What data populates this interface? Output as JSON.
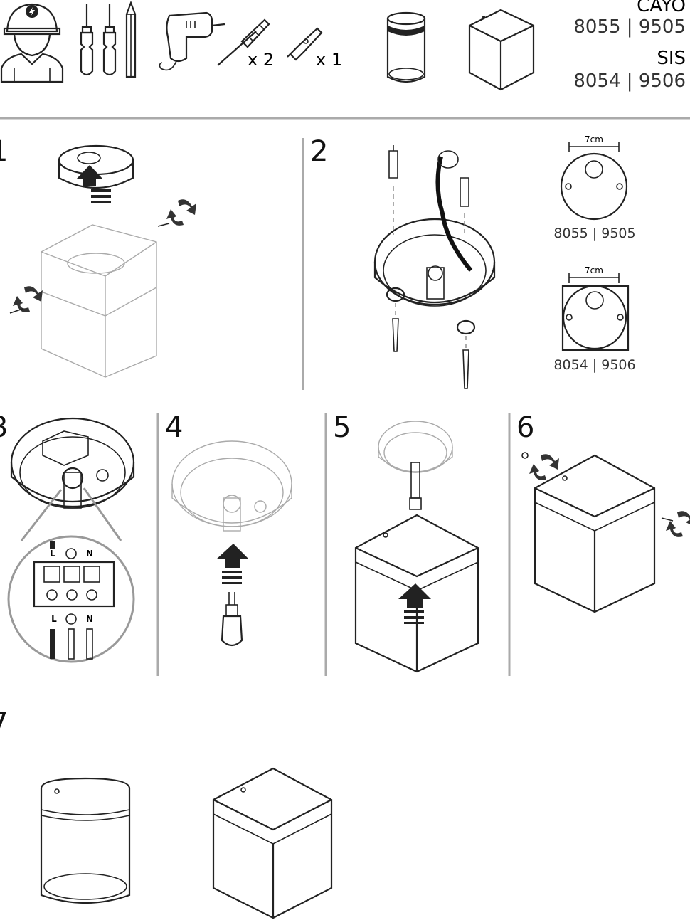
{
  "header": {
    "product_1": {
      "name": "CAYO",
      "codes": "8055 | 9505"
    },
    "product_2": {
      "name": "SIS",
      "codes": "8054 | 9506"
    },
    "qty_plugs": "x 2",
    "qty_tester": "x 1"
  },
  "steps": [
    {
      "num": "1"
    },
    {
      "num": "2"
    },
    {
      "num": "3"
    },
    {
      "num": "4"
    },
    {
      "num": "5"
    },
    {
      "num": "6"
    },
    {
      "num": "7"
    }
  ],
  "step2": {
    "dim_round": "7cm",
    "dim_square": "7cm",
    "codes_round": "8055 | 9505",
    "codes_square": "8054 | 9506"
  },
  "step3": {
    "terminal_top": [
      "L",
      "N"
    ],
    "terminal_bottom": [
      "L",
      "N"
    ]
  }
}
